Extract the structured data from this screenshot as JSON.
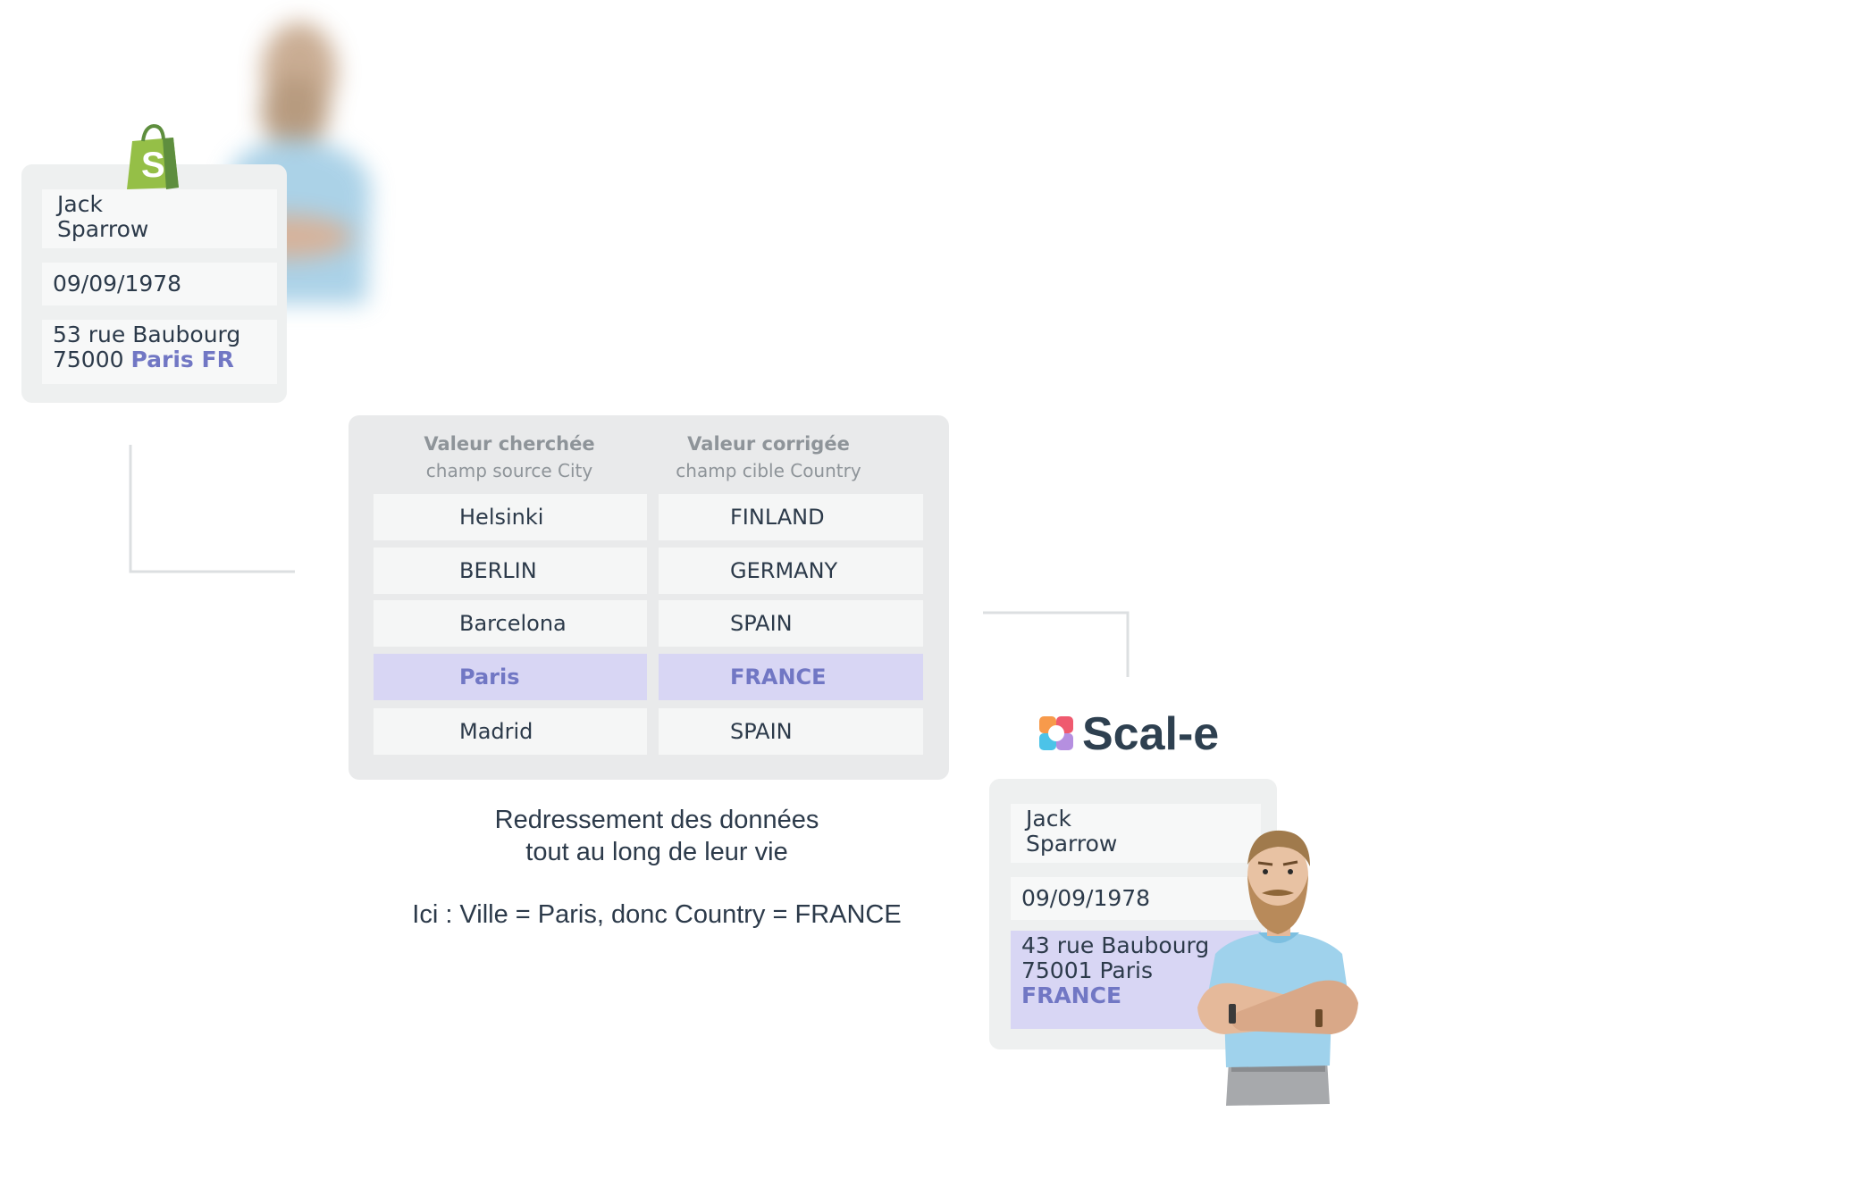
{
  "source_card": {
    "name": "Jack\nSparrow",
    "name_line1": "Jack",
    "name_line2": "Sparrow",
    "dob": "09/09/1978",
    "address_line1": "53 rue Baubourg",
    "address_postcode": "75000",
    "address_city_country": "Paris FR",
    "logo_icon": "shopify-bag-icon"
  },
  "lookup_table": {
    "columns": [
      {
        "title": "Valeur cherchée",
        "subtitle": "champ source City"
      },
      {
        "title": "Valeur corrigée",
        "subtitle": "champ cible Country"
      }
    ],
    "rows": [
      {
        "source": "Helsinki",
        "target": "FINLAND",
        "highlighted": false
      },
      {
        "source": "BERLIN",
        "target": "GERMANY",
        "highlighted": false
      },
      {
        "source": "Barcelona",
        "target": "SPAIN",
        "highlighted": false
      },
      {
        "source": "Paris",
        "target": "FRANCE",
        "highlighted": true
      },
      {
        "source": "Madrid",
        "target": "SPAIN",
        "highlighted": false
      }
    ]
  },
  "caption": {
    "line1": "Redressement des données",
    "line2": "tout au long de leur vie",
    "rule": "Ici : Ville = Paris, donc Country = FRANCE"
  },
  "brand": {
    "name": "Scal-e",
    "icon": "scal-e-logo-icon"
  },
  "target_card": {
    "name_line1": "Jack",
    "name_line2": "Sparrow",
    "dob": "09/09/1978",
    "address_line1": "43 rue Baubourg",
    "address_line2": "75001 Paris",
    "address_country": "FRANCE"
  },
  "colors": {
    "card_bg": "#eef0f0",
    "field_bg": "#f7f8f8",
    "highlight_bg": "#d8d6f4",
    "highlight_text": "#7177c4",
    "text": "#2c3a4a",
    "shopify_green": "#95bf47",
    "brand_dark": "#2e4050"
  }
}
